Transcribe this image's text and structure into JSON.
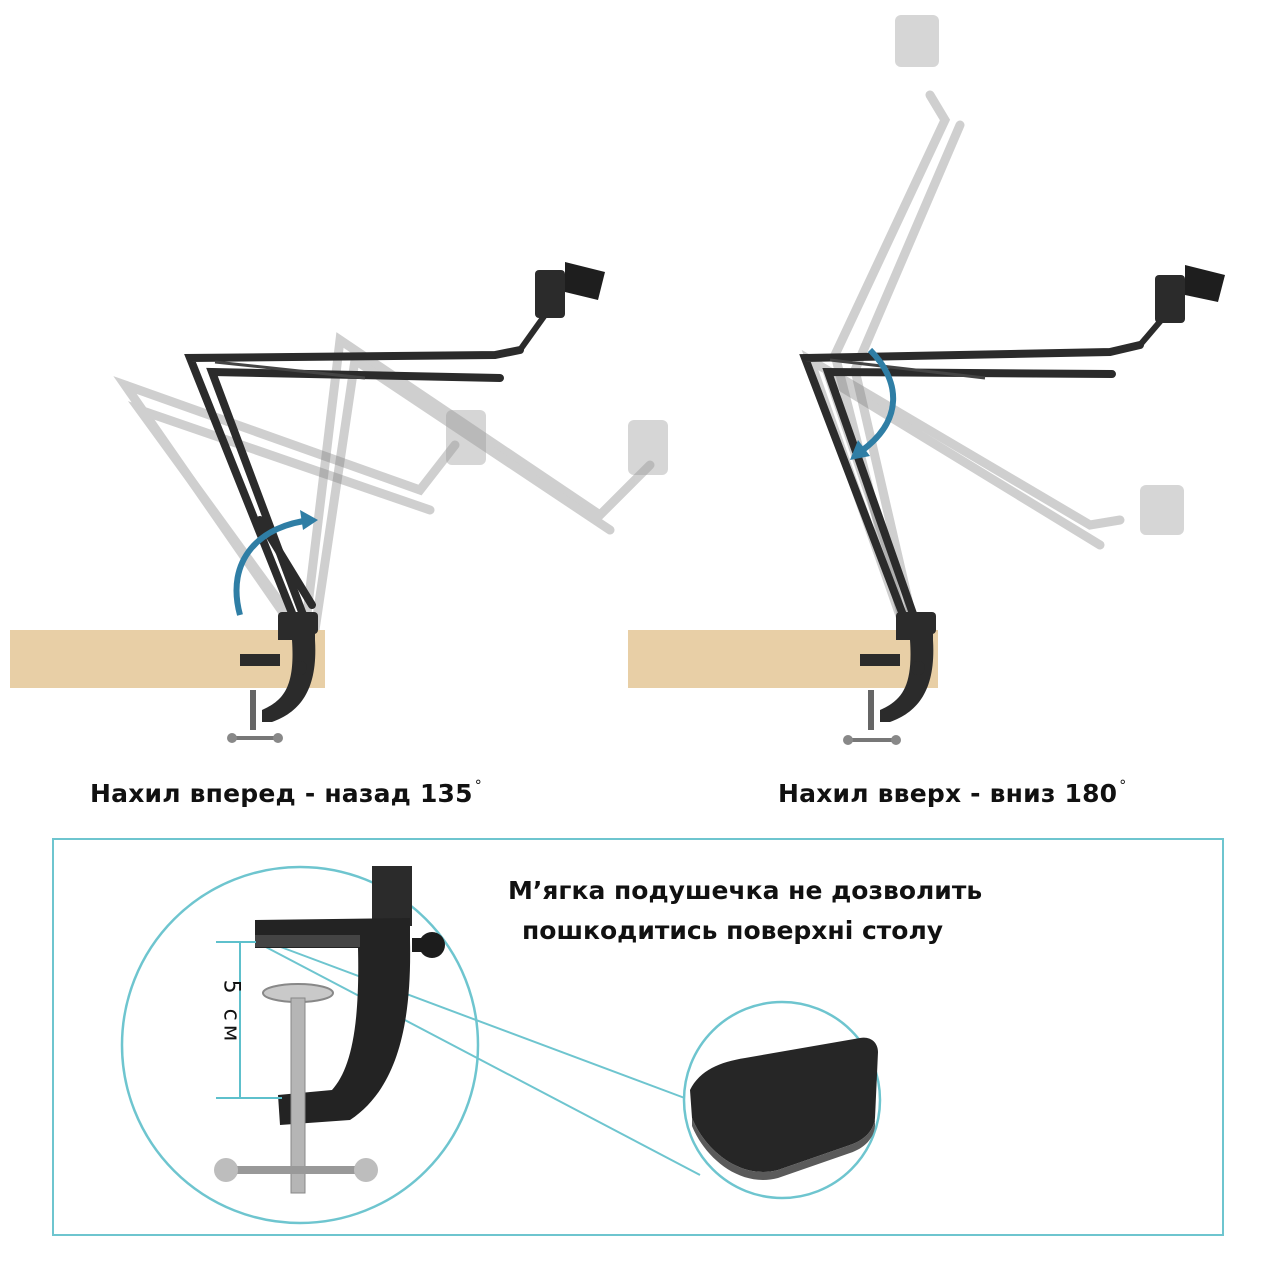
{
  "captions": {
    "left": "Нахил вперед - назад 135",
    "left_deg": "°",
    "right": "Нахил вверх - вниз 180",
    "right_deg": "°"
  },
  "detail": {
    "pad_line1": "М’ягка подушечка не дозволить",
    "pad_line2": "пошкодитись поверхні столу",
    "dimension": "5 см"
  },
  "colors": {
    "accent": "#5ec0cc",
    "arrow": "#2f7ea5",
    "wood": "#e8cfa6",
    "metal": "#2b2b2b"
  }
}
